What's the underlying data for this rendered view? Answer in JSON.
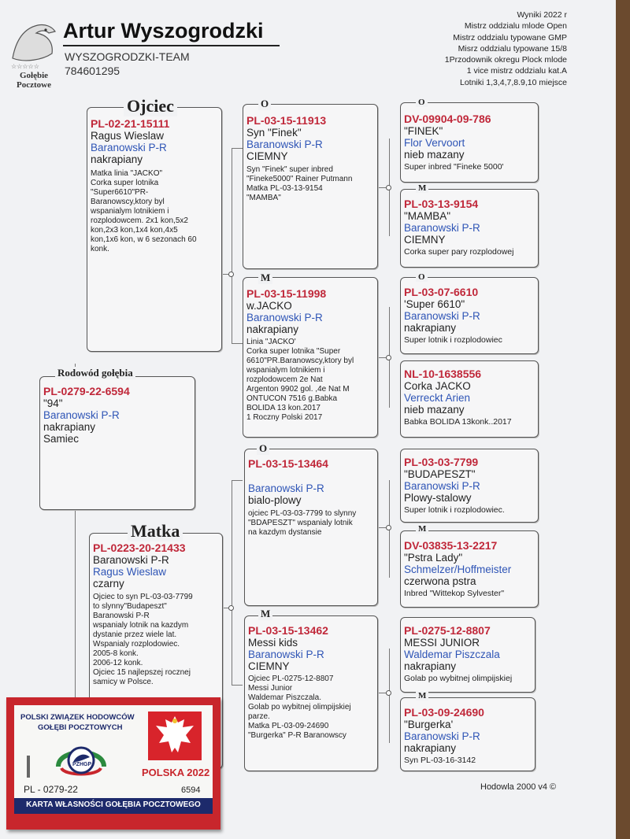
{
  "header": {
    "owner": "Artur Wyszogrodzki",
    "team": "WYSZOGRODZKI-TEAM",
    "phone": "784601295",
    "logo_text": "Gołębie Pocztowe",
    "results": [
      "Wyniki 2022 r",
      "Mistrz oddzialu mlode Open",
      "Mistrz oddzialu typowane GMP",
      "Misrz oddzialu typowane 15/8",
      "1Przodownik okregu Plock mlode",
      "1 vice mistrz oddzialu kat.A",
      "Lotniki 1,3,4,7,8.9,10 miejsce"
    ]
  },
  "labels": {
    "father": "Ojciec",
    "mother": "Matka",
    "pedigree": "Rodowód gołębia",
    "o": "O",
    "m": "M",
    "footer": "Hodowla 2000 v4 ©"
  },
  "subject": {
    "ring": "PL-0279-22-6594",
    "name": "\"94\"",
    "breeder": "Baranowski P-R",
    "color": "nakrapiany",
    "sex": "Samiec"
  },
  "father": {
    "ring": "PL-02-21-15111",
    "breeder": "Ragus Wieslaw",
    "breeder2": "Baranowski P-R",
    "color": "nakrapiany",
    "notes": [
      "Matka linia \"JACKO\"",
      "Corka super lotnika",
      "\"Super6610\"PR-",
      "Baranowscy,ktory byl",
      "wspanialym lotnikiem i",
      "rozplodowcem. 2x1 kon,5x2",
      "kon,2x3 kon,1x4 kon,4x5",
      "kon,1x6 kon, w 6 sezonach 60",
      "konk."
    ]
  },
  "mother": {
    "ring": "PL-0223-20-21433",
    "breeder": "Baranowski P-R",
    "breeder2": "Ragus Wieslaw",
    "color": "czarny",
    "notes": [
      "Ojciec to syn PL-03-03-7799",
      "to slynny\"Budapeszt\"",
      "Baranowski P-R",
      "wspanialy lotnik na kazdym",
      "dystanie przez wiele lat.",
      "Wspanialy rozplodowiec.",
      "2005-8 konk.",
      "2006-12 konk.",
      "Ojciec 15 najlepszej rocznej",
      "samicy w Polsce."
    ]
  },
  "gp": [
    {
      "ring": "PL-03-15-11913",
      "name": "Syn \"Finek\"",
      "breeder": "Baranowski P-R",
      "color": "CIEMNY",
      "notes": [
        "Syn \"Finek\" super inbred",
        "\"Fineke5000\" Rainer Putmann",
        "Matka PL-03-13-9154",
        "\"MAMBA\""
      ]
    },
    {
      "ring": "PL-03-15-11998",
      "name": "w.JACKO",
      "breeder": "Baranowski P-R",
      "color": "nakrapiany",
      "notes": [
        "Linia \"JACKO'",
        "Corka super lotnika \"Super",
        "6610\"PR.Baranowscy,ktory byl",
        "wspanialym lotnikiem i",
        "rozplodowcem 2e Nat",
        "Argenton 9902 gol. ,4e Nat M",
        "ONTUCON 7516 g.Babka",
        "BOLIDA 13 kon.2017",
        "1 Roczny Polski 2017"
      ]
    },
    {
      "ring": "PL-03-15-13464",
      "name": "",
      "breeder": "Baranowski P-R",
      "color": "bialo-plowy",
      "notes": [
        "ojciec PL-03-03-7799 to slynny",
        "\"BDAPESZT\" wspanialy lotnik",
        "na kazdym dystansie"
      ]
    },
    {
      "ring": "PL-03-15-13462",
      "name": "Messi kids",
      "breeder": "Baranowski P-R",
      "color": "CIEMNY",
      "notes": [
        "Ojciec PL-0275-12-8807",
        "Messi Junior",
        "Waldemar Piszczala.",
        "Golab po wybitnej olimpijskiej",
        "parze.",
        "Matka PL-03-09-24690",
        "\"Burgerka\" P-R Baranowscy"
      ]
    }
  ],
  "ggp": [
    {
      "ring": "DV-09904-09-786",
      "name": "\"FINEK\"",
      "breeder": "Flor Vervoort",
      "color": "nieb mazany",
      "note": "Super inbred \"Fineke 5000'"
    },
    {
      "ring": "PL-03-13-9154",
      "name": "\"MAMBA\"",
      "breeder": "Baranowski P-R",
      "color": "CIEMNY",
      "note": "Corka super pary rozplodowej"
    },
    {
      "ring": "PL-03-07-6610",
      "name": "'Super 6610\"",
      "breeder": "Baranowski P-R",
      "color": "nakrapiany",
      "note": "Super lotnik i rozplodowiec"
    },
    {
      "ring": "NL-10-1638556",
      "name": "Corka JACKO",
      "breeder": "Verreckt Arien",
      "color": "nieb mazany",
      "note": "Babka BOLIDA 13konk..2017"
    },
    {
      "ring": "PL-03-03-7799",
      "name": "\"BUDAPESZT\"",
      "breeder": "Baranowski P-R",
      "color": "Plowy-stalowy",
      "note": "Super lotnik i rozplodowiec."
    },
    {
      "ring": "DV-03835-13-2217",
      "name": "\"Pstra Lady\"",
      "breeder": "Schmelzer/Hoffmeister",
      "color": "czerwona pstra",
      "note": "Inbred \"Wittekop Sylvester\""
    },
    {
      "ring": "PL-0275-12-8807",
      "name": "MESSI JUNIOR",
      "breeder": "Waldemar Piszczala",
      "color": "nakrapiany",
      "note": "Golab po wybitnej olimpijskiej"
    },
    {
      "ring": "PL-03-09-24690",
      "name": "\"Burgerka'",
      "breeder": "Baranowski P-R",
      "color": "nakrapiany",
      "note": "Syn PL-03-16-3142"
    }
  ],
  "card": {
    "org_line1": "POLSKI ZWIĄZEK HODOWCÓW",
    "org_line2": "GOŁĘBI POCZTOWYCH",
    "badge": "PZHGP",
    "country": "POLSKA 2022",
    "ring_left": "PL - 0279-22",
    "ring_right": "6594",
    "title": "KARTA WŁASNOŚCI GOŁĘBIA POCZTOWEGO",
    "colors": {
      "border": "#c8262c",
      "band": "#1d2a6b",
      "eagle_bg": "#d8242b"
    }
  }
}
